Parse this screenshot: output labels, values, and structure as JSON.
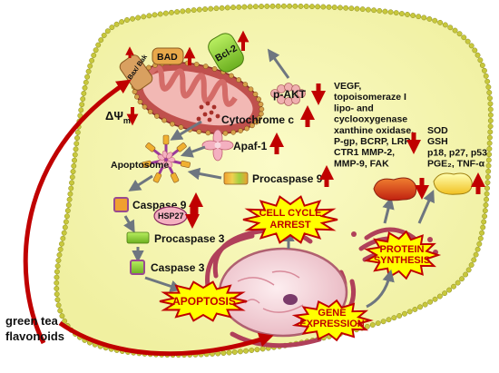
{
  "labels": {
    "bax_bak": "Bax/ Bak",
    "bad": "BAD",
    "bcl2": "Bcl-2",
    "delta_psi": "ΔΨ",
    "delta_psi_sub": "m",
    "p_akt": "p-AKT",
    "cytochrome_c": "Cytochrome c",
    "apaf1": "Apaf-1",
    "apoptosome": "Apoptosome",
    "procaspase9": "Procaspase 9",
    "caspase9": "Caspase 9",
    "hsp27": "HSP27",
    "procaspase3": "Procaspase 3",
    "caspase3": "Caspase 3",
    "cell_cycle_arrest_l1": "CELL CYCLE",
    "cell_cycle_arrest_l2": "ARREST",
    "apoptosis": "APOPTOSIS",
    "gene_expression_l1": "GENE",
    "gene_expression_l2": "EXPRESSION",
    "protein_synthesis_l1": "PROTEIN",
    "protein_synthesis_l2": "SYNTHESIS",
    "source_l1": "green tea",
    "source_l2": "flavonoids"
  },
  "down_list": [
    "VEGF,",
    "topoisomeraze I",
    "lipo- and",
    "cyclooxygenase",
    "xanthine oxidase,",
    "P-gp, BCRP, LRP,",
    "CTR1 MMP-2,",
    "MMP-9, FAK"
  ],
  "up_list": [
    "SOD",
    "GSH",
    "p18, p27, p53",
    "PGE₂, TNF-α"
  ],
  "colors": {
    "cell_fill": "#f7f7b0",
    "membrane_bead": "#c8c83c",
    "mito_outer": "#c0504d",
    "mito_inner": "#d89090",
    "arrow_red": "#c00000",
    "arrow_grey": "#6e7680",
    "burst_fill": "#ffff00",
    "burst_stroke": "#c00000"
  }
}
